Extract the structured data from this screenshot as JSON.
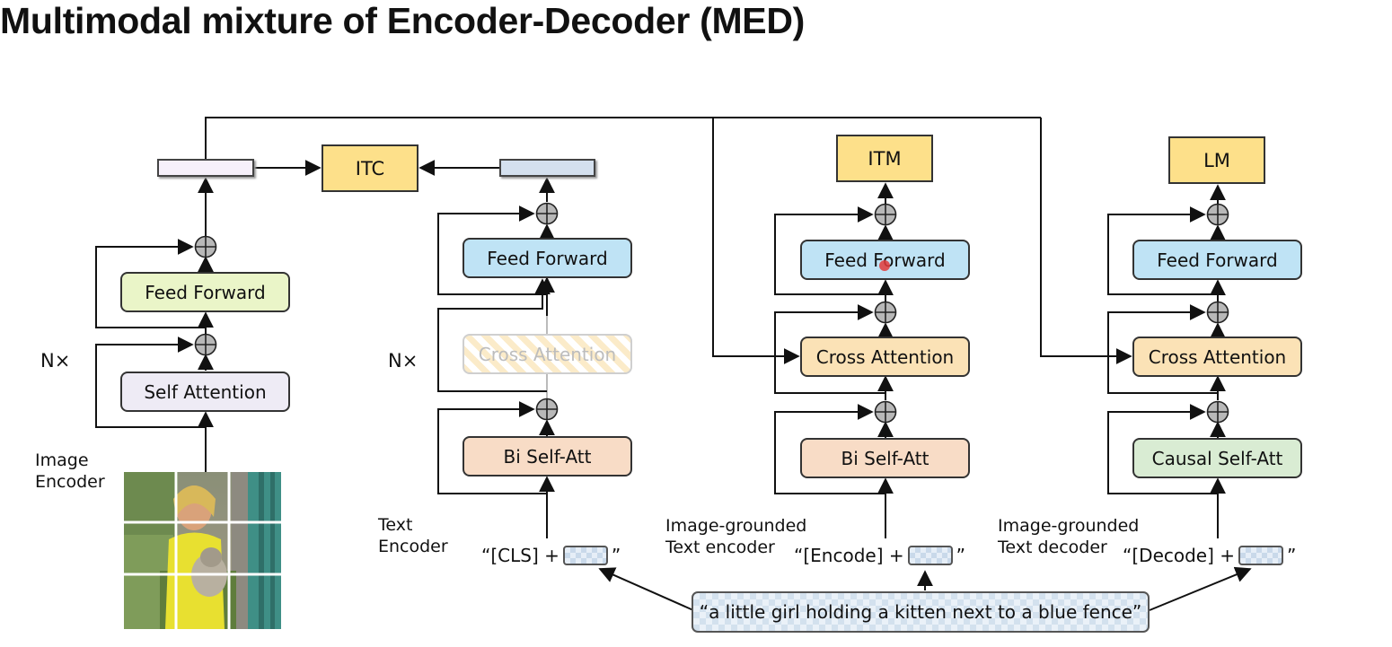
{
  "title": "Multimodal mixture of Encoder-Decoder (MED)",
  "repeat_label": "N×",
  "heads": {
    "itc": "ITC",
    "itm": "ITM",
    "lm": "LM"
  },
  "image_encoder": {
    "label_line1": "Image",
    "label_line2": "Encoder",
    "feed_forward": "Feed Forward",
    "self_attention": "Self Attention"
  },
  "text_encoder": {
    "label_line1": "Text",
    "label_line2": "Encoder",
    "feed_forward": "Feed Forward",
    "cross_attention": "Cross Attention",
    "bi_self_att": "Bi Self-Att",
    "token_prefix": "“[CLS] +",
    "token_suffix": "”"
  },
  "grounded_encoder": {
    "label_line1": "Image-grounded",
    "label_line2": "Text encoder",
    "feed_forward": "Feed Forward",
    "cross_attention": "Cross Attention",
    "bi_self_att": "Bi Self-Att",
    "token_prefix": "“[Encode] +",
    "token_suffix": "”"
  },
  "grounded_decoder": {
    "label_line1": "Image-grounded",
    "label_line2": "Text decoder",
    "feed_forward": "Feed Forward",
    "cross_attention": "Cross Attention",
    "causal_self_att": "Causal Self-Att",
    "token_prefix": "“[Decode] +",
    "token_suffix": "”"
  },
  "caption": "“a little girl holding a kitten next to a blue fence”",
  "colors": {
    "feed_forward_image": "#eaf5c8",
    "feed_forward_text": "#bfe3f5",
    "self_attention": "#eeebf5",
    "bi_self_att": "#f8dcc6",
    "cross_attention": "#fbe2b6",
    "causal_self_att": "#d9ecd3",
    "head": "#fde08a",
    "block_bg": "#f3f3f3"
  }
}
